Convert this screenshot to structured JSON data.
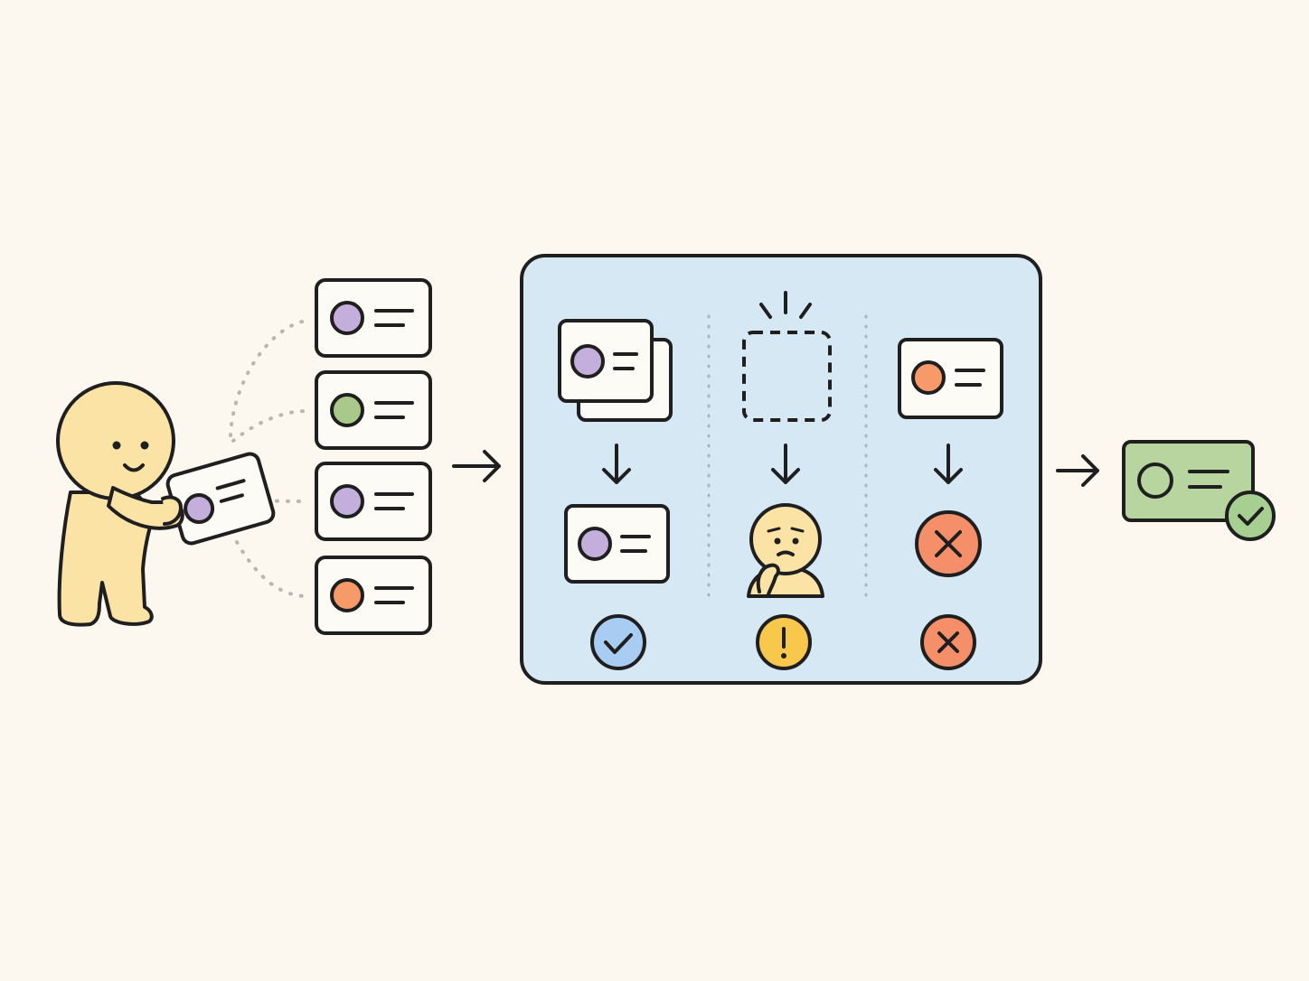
{
  "colors": {
    "background": "#fcf8ef",
    "ink": "#1f1f1f",
    "character_skin": "#fbe3a6",
    "card_fill": "#fdfbf6",
    "panel_fill": "#d7e8f5",
    "connector_dots": "#b9b7b0",
    "avatar_purple": "#c4aedc",
    "avatar_green": "#a9c98b",
    "avatar_orange": "#f79a6a",
    "status_ok": "#a9cdf2",
    "status_warning": "#f7c84b",
    "status_error": "#f58f69",
    "output_card": "#b8d59f",
    "output_badge": "#a6cf91"
  },
  "source_stack": {
    "cards": [
      {
        "avatar_color": "purple"
      },
      {
        "avatar_color": "green"
      },
      {
        "avatar_color": "purple"
      },
      {
        "avatar_color": "orange"
      }
    ]
  },
  "review_panel": {
    "columns": [
      {
        "input": "duplicate-cards-icon",
        "result": "single-card-purple",
        "status": "check-icon"
      },
      {
        "input": "missing-card-placeholder-icon",
        "result": "confused-character-icon",
        "status": "exclamation-icon"
      },
      {
        "input": "card-orange",
        "result": "x-circle-icon",
        "status": "x-icon"
      }
    ]
  },
  "output": {
    "card": "verified-card-green",
    "badge": "check-badge-icon"
  }
}
